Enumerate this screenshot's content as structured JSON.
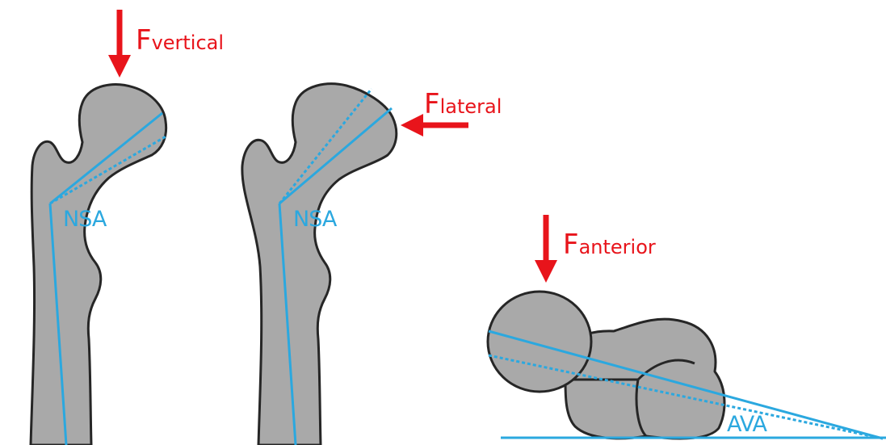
{
  "colors": {
    "bone_fill": "#a9a9a9",
    "bone_outline": "#262626",
    "axis_line": "#2ba8df",
    "force_arrow": "#e8141b",
    "background": "#ffffff"
  },
  "forces": {
    "vertical": {
      "prefix": "F",
      "suffix": "vertical"
    },
    "lateral": {
      "prefix": "F",
      "suffix": "lateral"
    },
    "anterior": {
      "prefix": "F",
      "suffix": "anterior"
    }
  },
  "angles": {
    "nsa_1": "NSA",
    "nsa_2": "NSA",
    "ava": "AVA"
  }
}
